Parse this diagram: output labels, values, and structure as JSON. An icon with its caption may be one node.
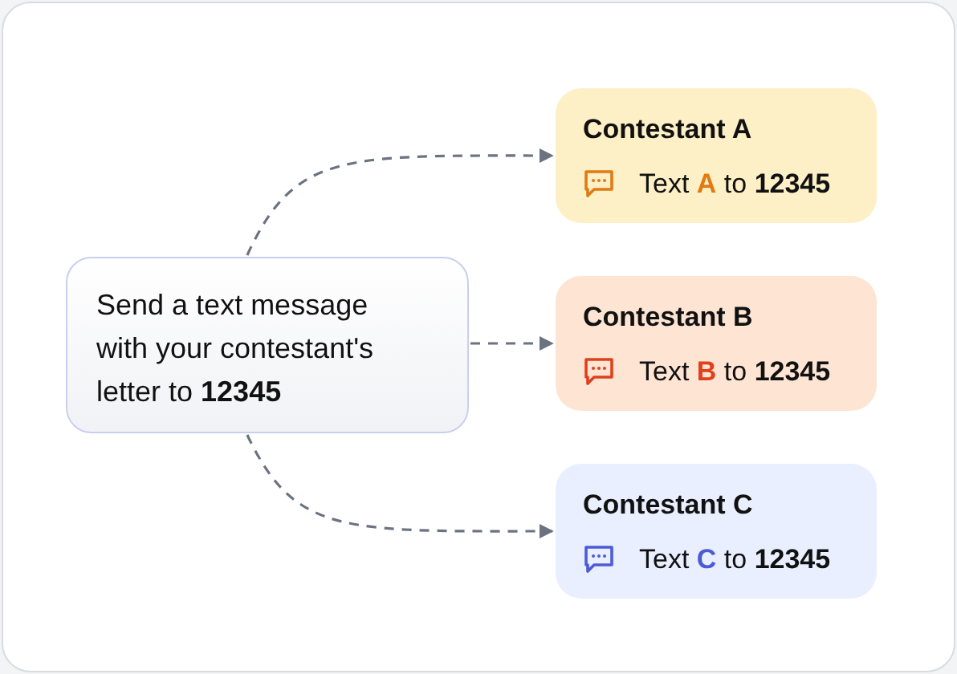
{
  "diagram": {
    "nodes": [
      {
        "text": [
          "Send a text message with your contestant's letter to **12345**"
        ]
      },
      {
        "text": [
          "Contestant A",
          "Text **A** to **12345**"
        ]
      },
      {
        "text": [
          "Contestant B",
          "Text **B** to **12345**"
        ]
      },
      {
        "text": [
          "Contestant C",
          "Text **C** to **12345**"
        ]
      }
    ],
    "edges": [
      {
        "from": 0,
        "to": 1,
        "arrow": "to",
        "style": "dashed"
      },
      {
        "from": 0,
        "to": 2,
        "arrow": "to",
        "style": "dashed"
      },
      {
        "from": 0,
        "to": 3,
        "arrow": "to",
        "style": "dashed"
      }
    ]
  }
}
